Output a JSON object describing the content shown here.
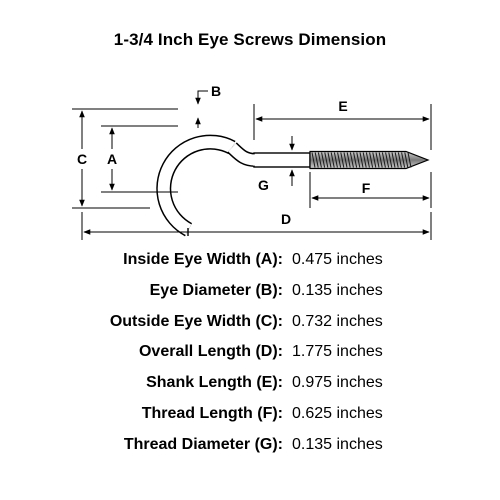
{
  "title": "1-3/4 Inch Eye Screws Dimension",
  "diagram": {
    "labels": {
      "a": "A",
      "b": "B",
      "c": "C",
      "d": "D",
      "e": "E",
      "f": "F",
      "g": "G"
    },
    "colors": {
      "line": "#000000",
      "eye_stroke": "#000000",
      "eye_fill": "#ffffff",
      "thread_shade": "#7a7a7a"
    }
  },
  "specs": [
    {
      "label": "Inside Eye Width (A):",
      "value": "0.475 inches"
    },
    {
      "label": "Eye Diameter (B):",
      "value": "0.135 inches"
    },
    {
      "label": "Outside Eye Width (C):",
      "value": "0.732 inches"
    },
    {
      "label": "Overall Length (D):",
      "value": "1.775 inches"
    },
    {
      "label": "Shank Length (E):",
      "value": "0.975 inches"
    },
    {
      "label": "Thread Length (F):",
      "value": "0.625 inches"
    },
    {
      "label": "Thread Diameter (G):",
      "value": "0.135 inches"
    }
  ]
}
